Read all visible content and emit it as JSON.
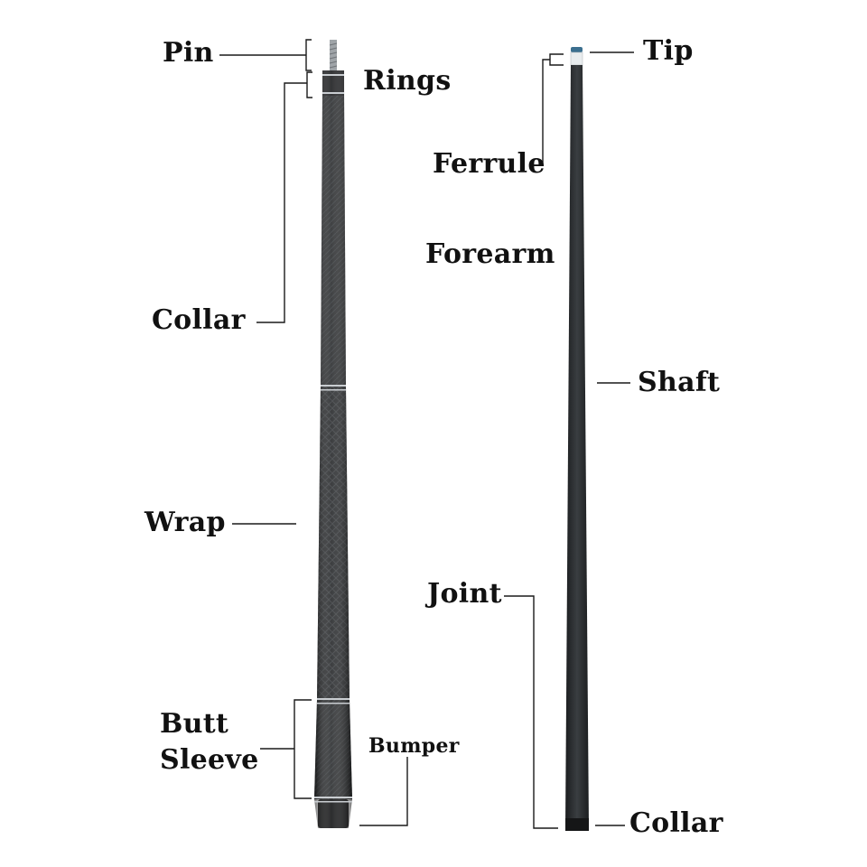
{
  "labels": {
    "pin": "Pin",
    "rings": "Rings",
    "collar_upper": "Collar",
    "wrap": "Wrap",
    "butt_line1": "Butt",
    "butt_line2": "Sleeve",
    "bumper": "Bumper",
    "tip": "Tip",
    "ferrule": "Ferrule",
    "forearm": "Forearm",
    "shaft": "Shaft",
    "joint": "Joint",
    "collar_lower": "Collar"
  },
  "colors": {
    "butt_body": "#2a2c2e",
    "butt_dark": "#141516",
    "shaft_body": "#2b2e30",
    "ring": "#c9cdd1",
    "pin": "#9fa4a8",
    "tip": "#3b6f8f",
    "ferrule": "#e8ecee",
    "leader": "#1a1a1a"
  }
}
